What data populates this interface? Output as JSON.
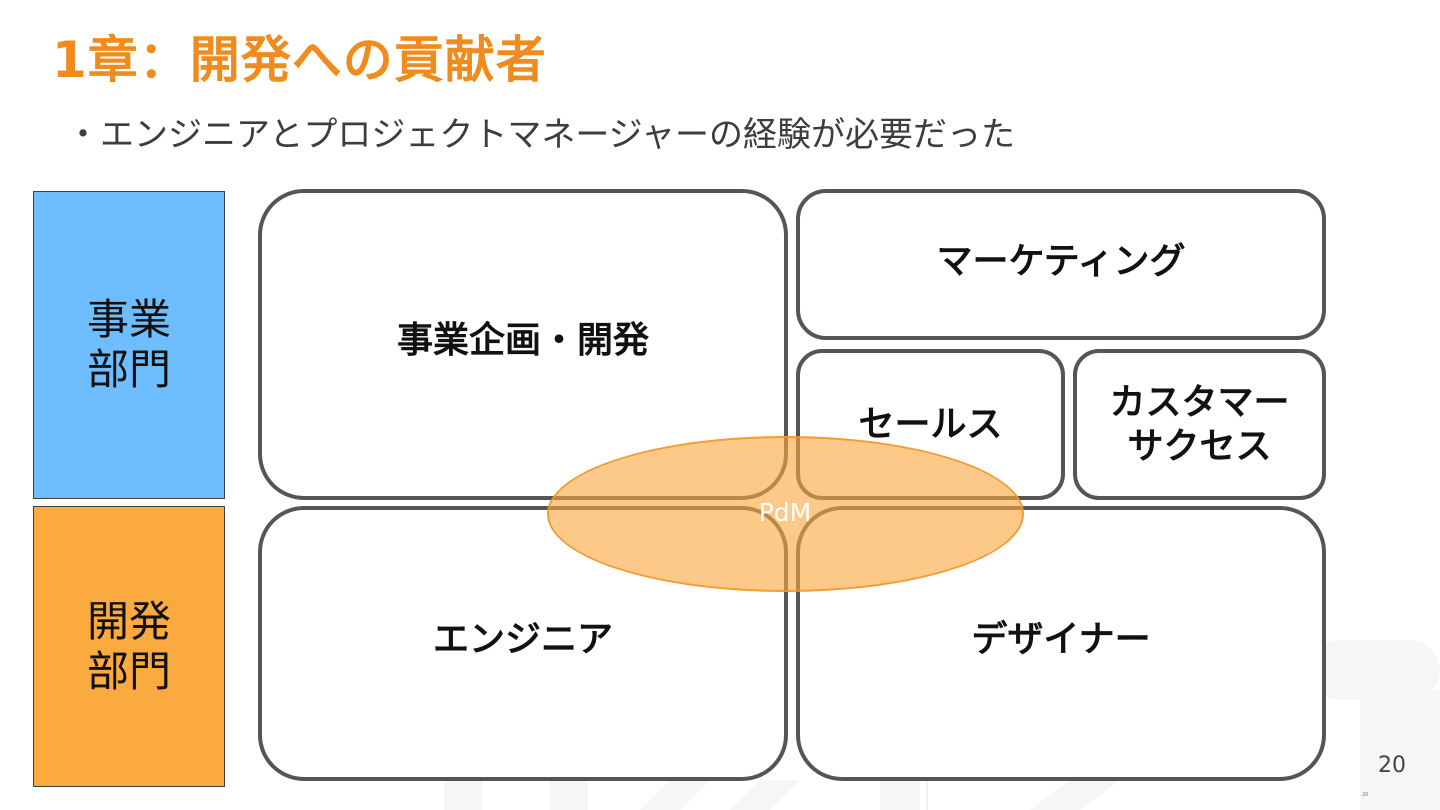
{
  "title": "1章：開発への貢献者",
  "subtitle": "・エンジニアとプロジェクトマネージャーの経験が必要だった",
  "departments": [
    {
      "lines": [
        "事業",
        "部門"
      ],
      "color": "#6ebeff"
    },
    {
      "lines": [
        "開発",
        "部門"
      ],
      "color": "#fbaa40"
    }
  ],
  "roles": {
    "planning": "事業企画・開発",
    "marketing": "マーケティング",
    "sales": "セールス",
    "customer_success": [
      "カスタマー",
      "サクセス"
    ],
    "engineer": "エンジニア",
    "designer": "デザイナー"
  },
  "pdm": {
    "label": "PdM",
    "color": "#fbaa40"
  },
  "page_number": "20",
  "page_number_small": "20",
  "colors": {
    "title": "#f08c1e",
    "border": "#555555"
  }
}
